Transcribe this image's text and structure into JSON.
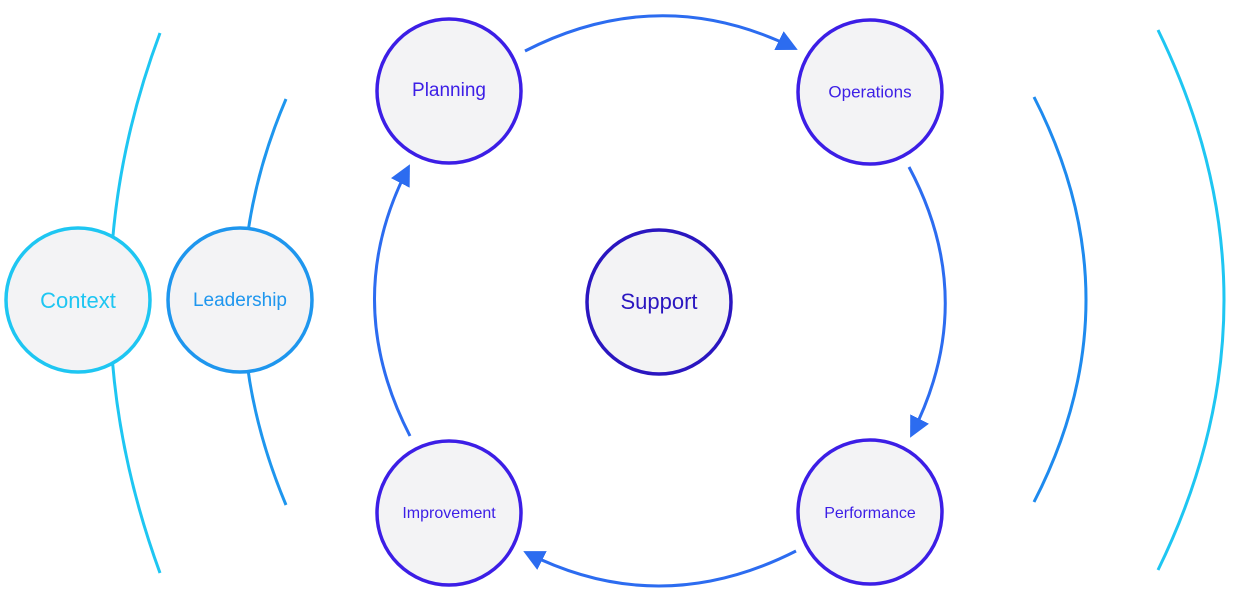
{
  "nodes": {
    "context": "Context",
    "leadership": "Leadership",
    "planning": "Planning",
    "operations": "Operations",
    "support": "Support",
    "improvement": "Improvement",
    "performance": "Performance"
  },
  "colors": {
    "outer": "#1EC6F2",
    "leadership": "#1E96EE",
    "arc_mid": "#1E8AEE",
    "arrow": "#2C6CF0",
    "cycle_node": "#3C1EE6",
    "support": "#2A16C0",
    "fill": "#F3F3F5"
  }
}
